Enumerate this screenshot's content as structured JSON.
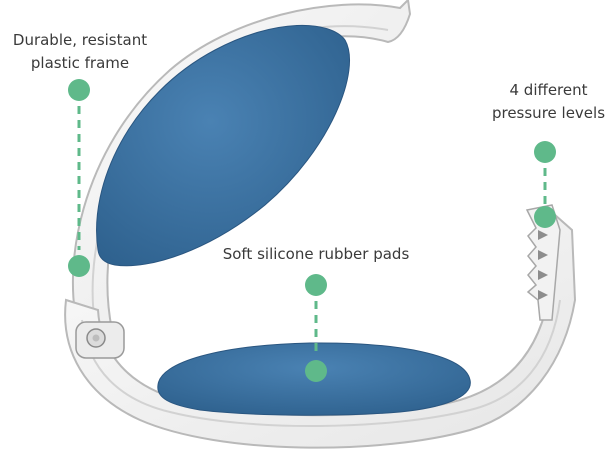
{
  "callouts": {
    "frame": {
      "line1": "Durable, resistant",
      "line2": "plastic frame"
    },
    "pressure": {
      "line1": "4 different",
      "line2": "pressure levels"
    },
    "pads": {
      "text": "Soft silicone rubber pads"
    }
  },
  "colors": {
    "pad_blue": "#3f77a8",
    "pad_blue_dark": "#2e5f8c",
    "frame_white": "#f4f4f4",
    "frame_outline": "#b9b9b9",
    "accent_green": "#5fb98a",
    "text": "#3a3a3a"
  },
  "icons": {
    "hinge": "hinge-pivot-icon",
    "ratchet": "ratchet-teeth-icon"
  }
}
